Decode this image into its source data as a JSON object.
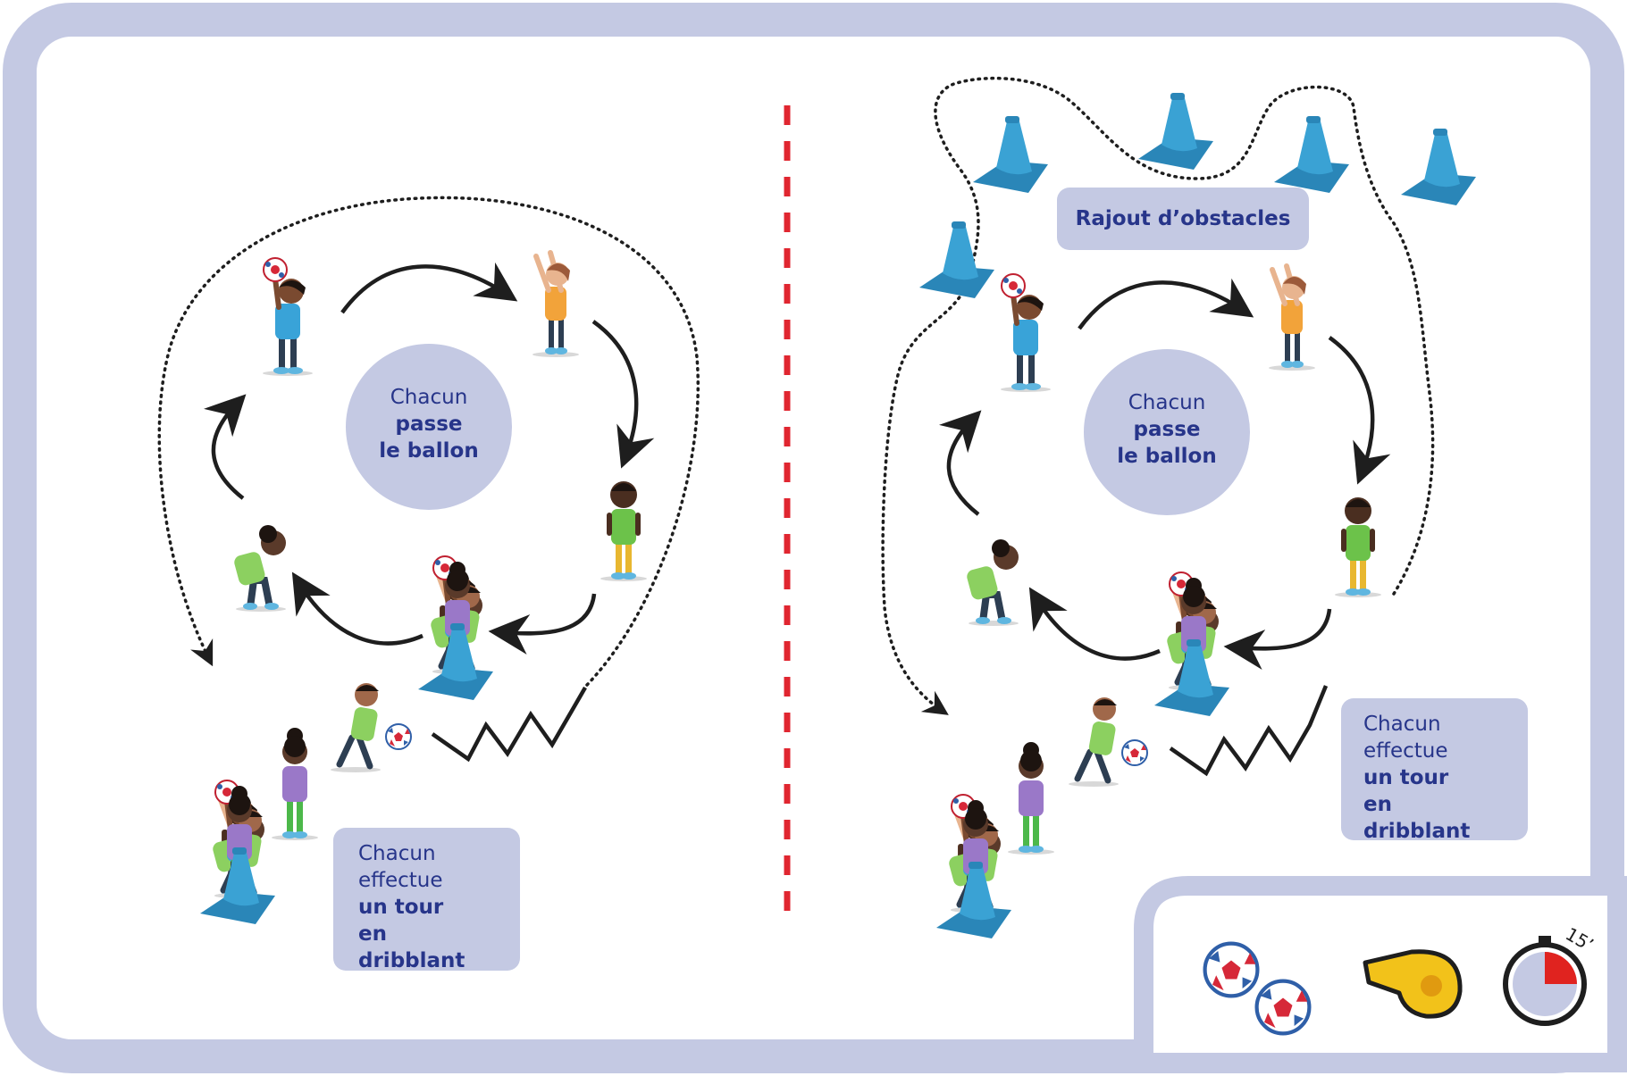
{
  "colors": {
    "frame": "#c4c9e3",
    "text": "#27358a",
    "divider": "#e02630",
    "cone": "#2c8fc2",
    "arrow": "#1e1e1e"
  },
  "left_panel": {
    "center_bubble": {
      "line1": "Chacun",
      "line2": "passe",
      "line3": "le ballon"
    },
    "dribble_box": {
      "line1": "Chacun",
      "line2": "effectue",
      "line3": "un tour",
      "line4": "en dribblant"
    }
  },
  "right_panel": {
    "obstacles_label": "Rajout d’obstacles",
    "center_bubble": {
      "line1": "Chacun",
      "line2": "passe",
      "line3": "le ballon"
    },
    "dribble_box": {
      "line1": "Chacun",
      "line2": "effectue",
      "line3": "un tour",
      "line4": "en dribblant"
    }
  },
  "equipment": {
    "items": [
      "ball-icon",
      "whistle-icon",
      "stopwatch-icon"
    ],
    "duration_label": "15’"
  }
}
